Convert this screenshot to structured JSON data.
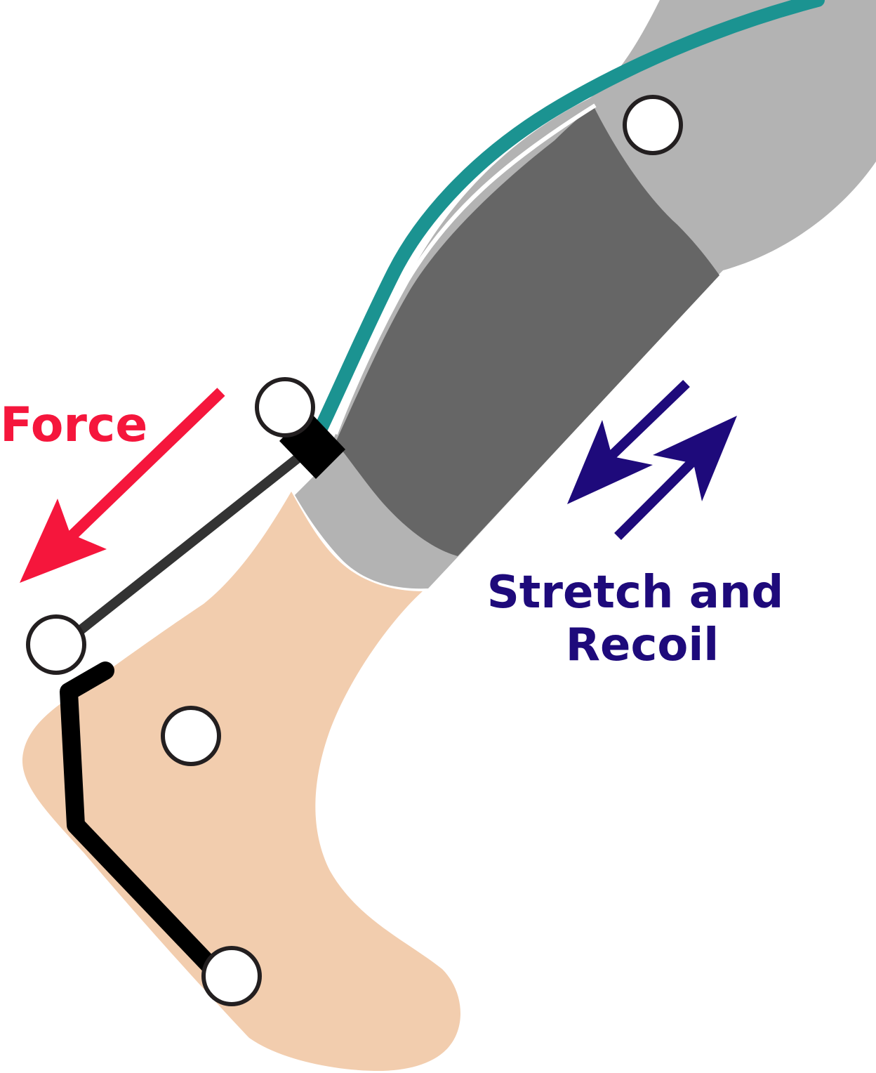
{
  "labels": {
    "force": "Force",
    "stretch_line1": "Stretch and",
    "stretch_line2": "Recoil"
  },
  "colors": {
    "skin": "#f2cdae",
    "sleeve_light": "#b3b3b3",
    "sleeve_dark": "#666666",
    "teal_cord": "#1b9391",
    "force_arrow": "#f5163c",
    "stretch_arrows": "#1e0a7b",
    "linkage": "#000000",
    "joint_fill": "#ffffff",
    "joint_stroke": "#231f20"
  },
  "icons": {
    "force": "arrow-down-left",
    "stretch": "double-arrow-bidirectional"
  }
}
